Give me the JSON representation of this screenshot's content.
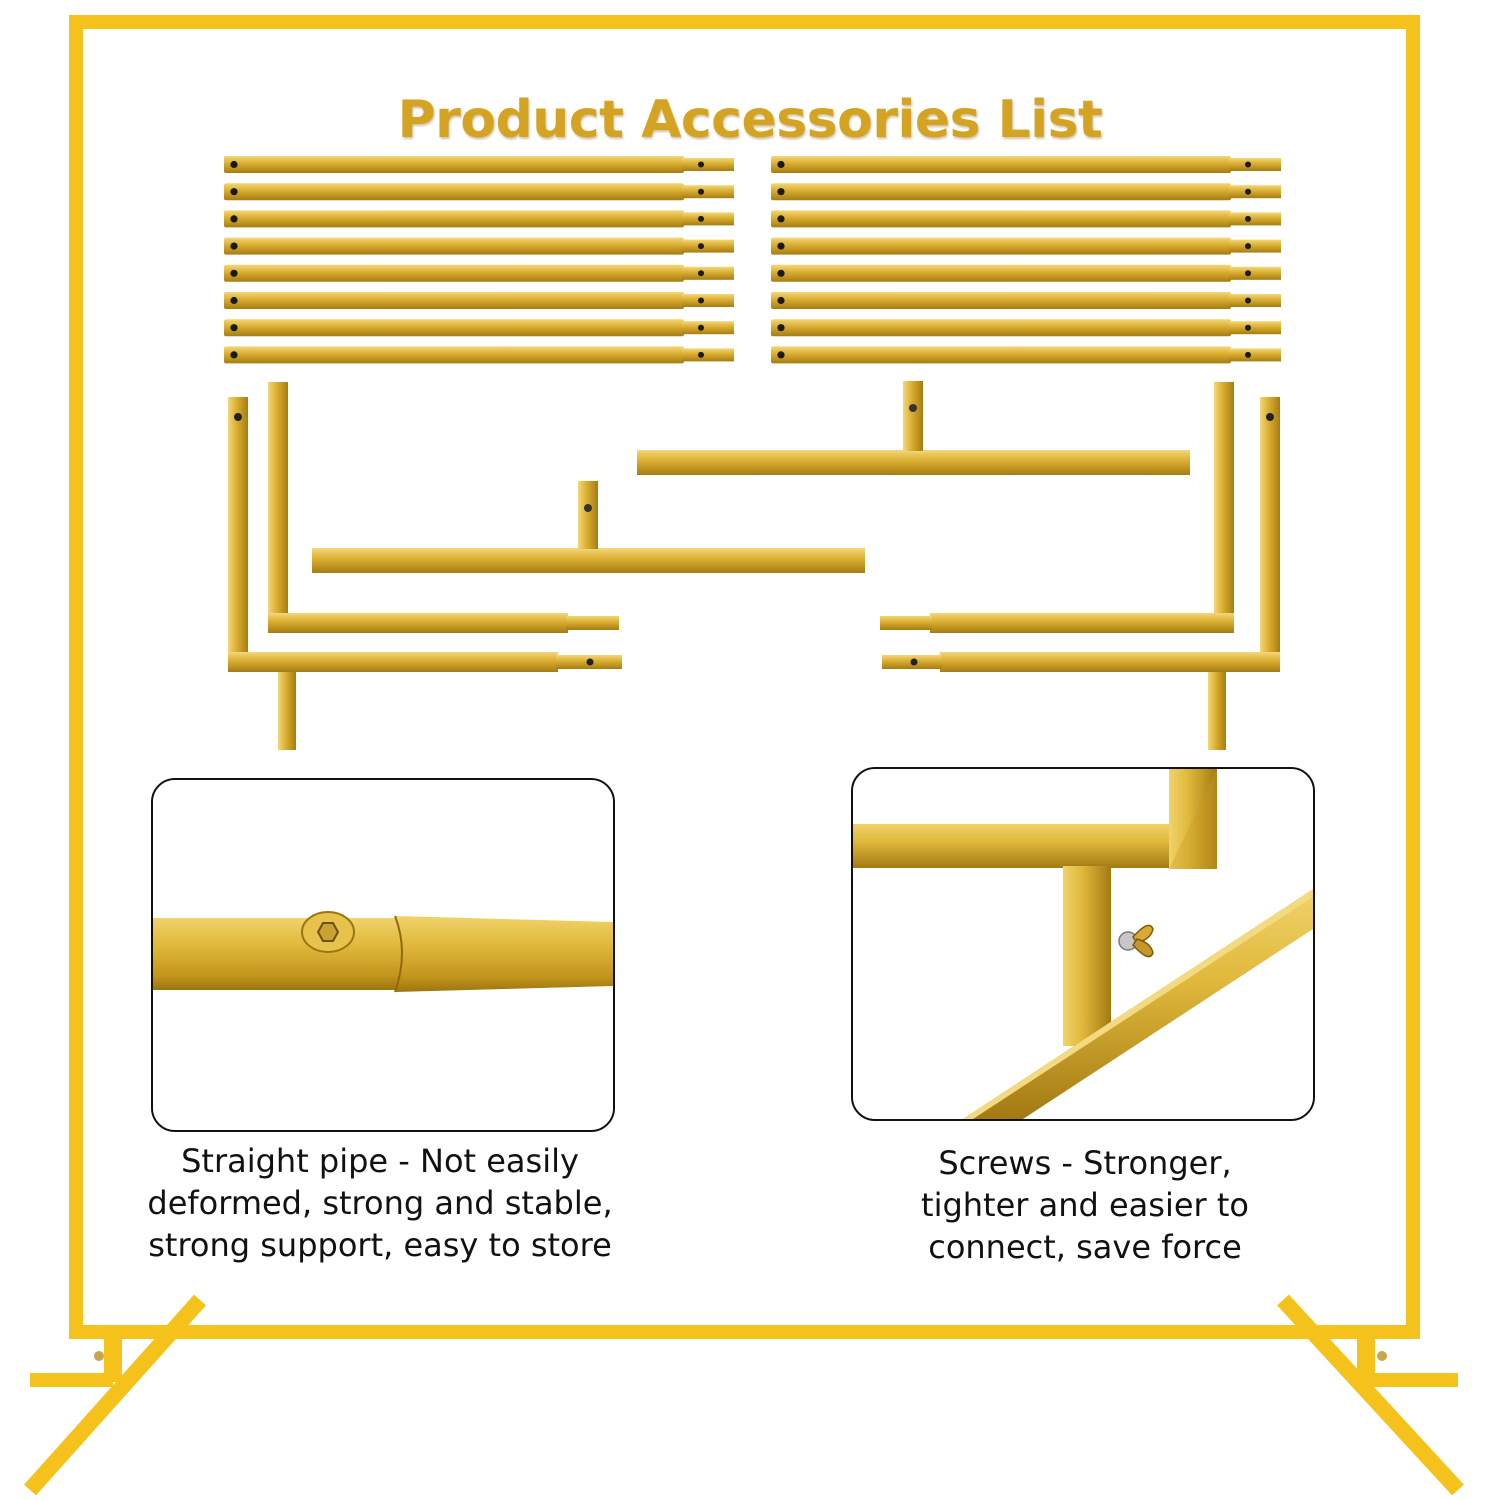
{
  "title": "Product Accessories List",
  "captions": {
    "straight_pipe": "Straight pipe - Not easily\ndeformed, strong and stable,\nstrong support, easy to store",
    "screws": "Screws - Stronger,\ntighter and easier to\nconnect, save force"
  },
  "colors": {
    "frame": "#f4c21a",
    "gold": "#d9ad2f",
    "gold_dark": "#b88d16",
    "gold_light": "#f0d26a",
    "title": "#d4a321",
    "text": "#111111"
  },
  "parts": {
    "straight_pipe_groups": 2,
    "pipes_per_group": 8,
    "l_corner_pieces": 4,
    "t_base_pieces": 2
  },
  "icons": [
    "hex-screw-icon",
    "wing-nut-icon"
  ]
}
